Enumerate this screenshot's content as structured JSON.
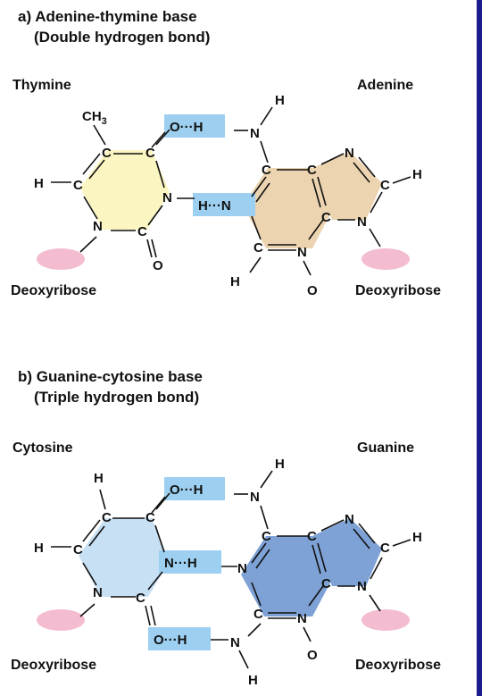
{
  "part_a": {
    "title_line1": "a) Adenine-thymine base",
    "title_line2": "(Double hydrogen bond)",
    "left_base": "Thymine",
    "right_base": "Adenine",
    "left_sugar": "Deoxyribose",
    "right_sugar": "Deoxyribose",
    "ch3": "CH",
    "ch3_sub": "3",
    "hbond1": "O···H",
    "hbond2": "H···N"
  },
  "part_b": {
    "title_line1": "b) Guanine-cytosine base",
    "title_line2": "(Triple hydrogen bond)",
    "left_base": "Cytosine",
    "right_base": "Guanine",
    "left_sugar": "Deoxyribose",
    "right_sugar": "Deoxyribose",
    "hbond1": "O···H",
    "hbond2": "N···H",
    "hbond3": "O···H"
  },
  "atoms": {
    "C": "C",
    "N": "N",
    "O": "O",
    "H": "H"
  },
  "colors": {
    "thymine_fill": "#fbf5c2",
    "adenine_fill": "#ecd4b0",
    "cytosine_fill": "#c8e0f4",
    "guanine_fill": "#7ea2d6",
    "hbond_highlight": "#9ccff0",
    "sugar_fill": "#f3bcd0",
    "dots": "#5a1b8a",
    "border": "#1c1c8c"
  }
}
